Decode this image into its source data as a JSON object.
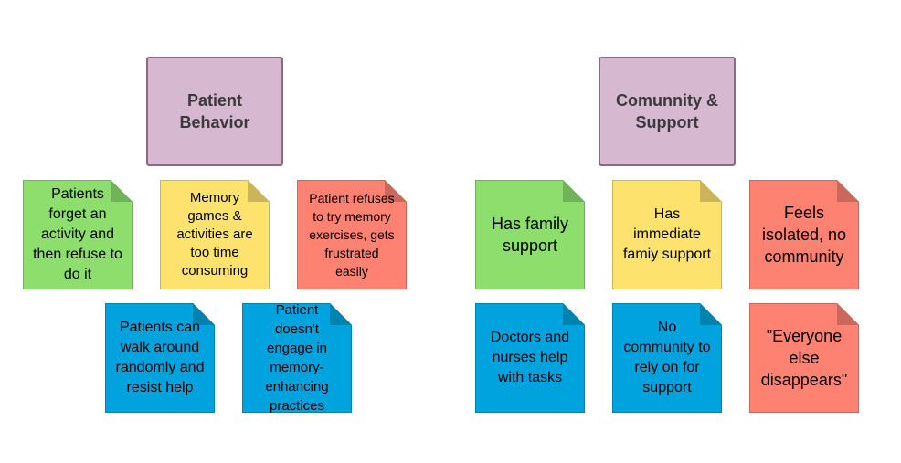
{
  "headers": [
    {
      "text": "Patient\nBehavior"
    },
    {
      "text": "Comunnity &\nSupport"
    }
  ],
  "notes": [
    {
      "name": "note-forget-activity",
      "text": "Patients\nforget an\nactivity and\nthen refuse to\ndo it",
      "color": "#8ede6e"
    },
    {
      "name": "note-memory-games",
      "text": "Memory\ngames &\nactivities are\ntoo time\nconsuming",
      "color": "#fde36e"
    },
    {
      "name": "note-refuses-exercises",
      "text": "Patient refuses\nto try memory\nexercises, gets\nfrustrated\neasily",
      "color": "#fd8272"
    },
    {
      "name": "note-walk-around",
      "text": "Patients can\nwalk around\nrandomly and\nresist help",
      "color": "#00a3dd"
    },
    {
      "name": "note-doesnt-engage",
      "text": "Patient\ndoesn't\nengage in\nmemory-enhancing\npractices",
      "color": "#00a3dd"
    },
    {
      "name": "note-family-support",
      "text": "Has family\nsupport",
      "color": "#8ede6e"
    },
    {
      "name": "note-immediate-family",
      "text": "Has\nimmediate\nfamiy support",
      "color": "#fde36e"
    },
    {
      "name": "note-feels-isolated",
      "text": "Feels\nisolated, no\ncommunity",
      "color": "#fd8272"
    },
    {
      "name": "note-doctors-nurses",
      "text": "Doctors and\nnurses help\nwith tasks",
      "color": "#00a3dd"
    },
    {
      "name": "note-no-community",
      "text": "No\ncommunity to\nrely on for\nsupport",
      "color": "#00a3dd"
    },
    {
      "name": "note-everyone-disappears",
      "text": "\"Everyone\nelse\ndisappears\"",
      "color": "#fd8272"
    }
  ]
}
